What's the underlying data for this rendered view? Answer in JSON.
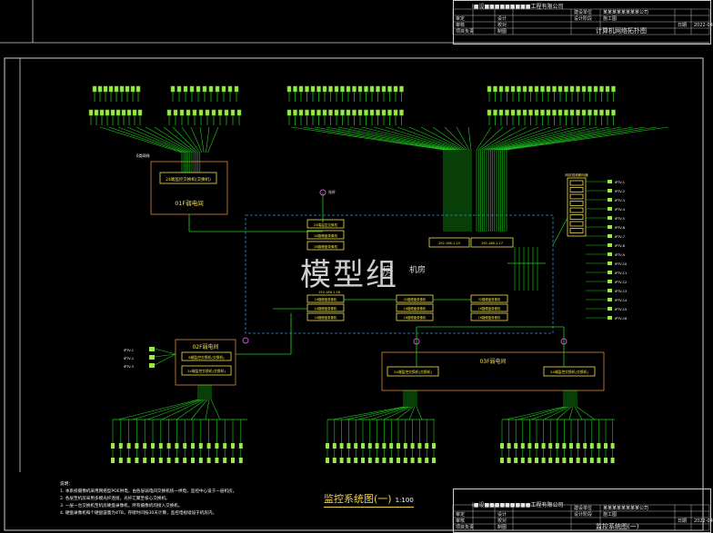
{
  "top_title_block": {
    "company": "Ⅰ■设■■■■■■■■■工程有限公司",
    "drawing_title": "计算机网络拓扑图",
    "rows": [
      [
        "",
        "",
        "",
        "",
        "建设单位",
        "某某某某某某某某公司",
        "",
        ""
      ],
      [
        "审定",
        "",
        "设计",
        "",
        "设计阶段",
        "施工图",
        "",
        ""
      ],
      [
        "审核",
        "",
        "校对",
        "",
        "",
        "",
        "日期",
        "2022-04"
      ],
      [
        "项目负责",
        "",
        "制图",
        "",
        "",
        "",
        "",
        ""
      ]
    ]
  },
  "bottom_title_block": {
    "company": "Ⅰ■设■■■■■■■■■工程有限公司",
    "drawing_title": "监控系统图(一)",
    "rows": [
      [
        "",
        "",
        "",
        "",
        "建设单位",
        "某某某某某某某某公司",
        "",
        ""
      ],
      [
        "审定",
        "",
        "设计",
        "",
        "设计阶段",
        "施工图",
        "",
        ""
      ],
      [
        "审核",
        "",
        "校对",
        "",
        "",
        "",
        "日期",
        "2022-04"
      ],
      [
        "项目负责",
        "",
        "制图",
        "",
        "",
        "",
        "",
        ""
      ]
    ]
  },
  "rooms": {
    "room_01f": "01F弱电间",
    "room_02f": "02F弱电间",
    "room_03f": "03F弱电间",
    "control_room": "机房"
  },
  "switches": {
    "sw_01f": "24端监控交换机(交换机)",
    "sw_02f_a": "8端监控交换机(交换机)",
    "sw_02f_b": "24端监控交换机(交换机)",
    "sw_03f_a": "24端监控交换机(交换机)",
    "sw_03f_b": "24端监控交换机(交换机)",
    "core_1": "24端监控交换机",
    "core_2": "16路硬盘录像机",
    "core_3": "16路硬盘录像机",
    "core_4": "16路硬盘录像机",
    "rack_left": "16路硬盘录像机",
    "rack_right": "32路硬盘录像机",
    "side_stack": "网络视频解码器"
  },
  "labels": {
    "fiber_tag": "光纤",
    "cable_tag": "6类网线",
    "ip_tag_1": "192.168.1.15",
    "ip_tag_2": "192.168.1.16",
    "ip_tag_3": "192.168.1.17"
  },
  "notes": {
    "heading": "说明：",
    "lines": [
      "1. 本系统摄像机采用网络型POE供电，由各层弱电间交换机统一供电，监控中心设于一层机房。",
      "2. 各层至机房采用多模光纤连接，光纤汇聚至核心交换机。",
      "3. 一层一台交换机至机房硬盘录像机，所有摄像机均接入交换机。",
      "4. 硬盘录像机每个硬盘容量为4TB，存储时间按30天计算，监控电视墙设于机房内。"
    ]
  },
  "main_title": "监控系统图(一)",
  "main_scale": "1:100",
  "watermark": "模型组",
  "watermark_room": "房",
  "colors": {
    "line": "#1dd11d",
    "device": "#f0e050",
    "room_box": "#d88a3a",
    "control_box": "#3a8ec8",
    "node": "#d050d0",
    "text": "#ffffff"
  }
}
